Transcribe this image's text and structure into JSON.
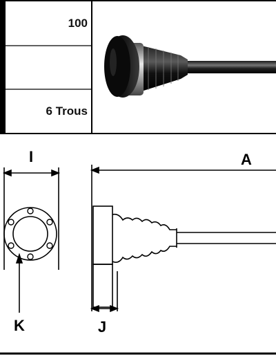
{
  "spec_table": {
    "rows": [
      {
        "value": "100"
      },
      {
        "value": ""
      },
      {
        "value": "6 Trous"
      }
    ]
  },
  "drawing": {
    "labels": {
      "dim_i": "I",
      "dim_a": "A",
      "dim_k": "K",
      "dim_j": "J"
    }
  }
}
